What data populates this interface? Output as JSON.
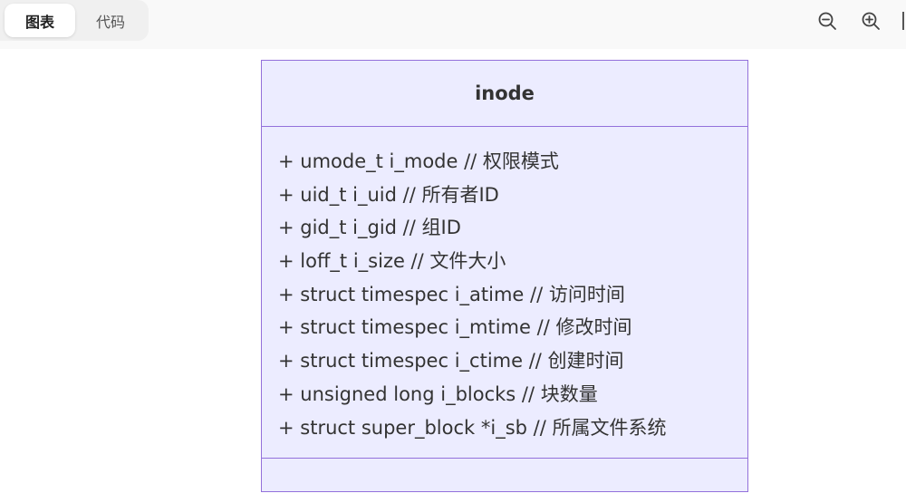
{
  "tabs": {
    "chart_label": "图表",
    "code_label": "代码"
  },
  "diagram": {
    "class_name": "inode",
    "attributes": [
      "+ umode_t i_mode // 权限模式",
      "+ uid_t i_uid // 所有者ID",
      "+ gid_t i_gid // 组ID",
      "+ loff_t i_size // 文件大小",
      "+ struct timespec i_atime // 访问时间",
      "+ struct timespec i_mtime // 修改时间",
      "+ struct timespec i_ctime // 创建时间",
      "+ unsigned long i_blocks // 块数量",
      "+ struct super_block *i_sb // 所属文件系统"
    ],
    "methods": []
  },
  "icons": {
    "zoom_out": "zoom-out-icon",
    "zoom_in": "zoom-in-icon"
  },
  "colors": {
    "box_fill": "#ececff",
    "box_border": "#9370db"
  }
}
